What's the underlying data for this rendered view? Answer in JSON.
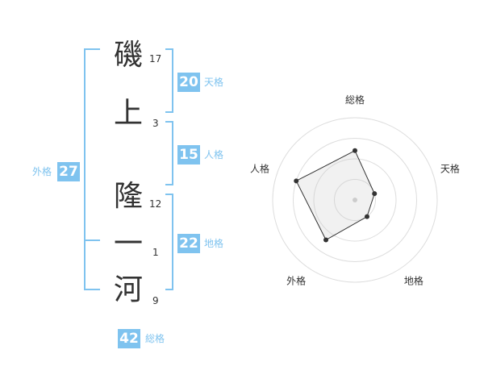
{
  "name_chars": [
    {
      "char": "磯",
      "strokes": "17"
    },
    {
      "char": "上",
      "strokes": "3"
    },
    {
      "char": "隆",
      "strokes": "12"
    },
    {
      "char": "一",
      "strokes": "1"
    },
    {
      "char": "河",
      "strokes": "9"
    }
  ],
  "scores": {
    "tenkaku": {
      "value": "20",
      "label": "天格"
    },
    "jinkaku": {
      "value": "15",
      "label": "人格"
    },
    "chikaku": {
      "value": "22",
      "label": "地格"
    },
    "gaikaku": {
      "value": "27",
      "label": "外格"
    },
    "soukaku": {
      "value": "42",
      "label": "総格"
    }
  },
  "colors": {
    "accent": "#7fc3ef",
    "text": "#333333"
  },
  "chart_data": {
    "type": "radar",
    "axes": [
      "総格",
      "天格",
      "地格",
      "外格",
      "人格"
    ],
    "values": [
      0.6,
      0.25,
      0.25,
      0.6,
      0.75
    ],
    "rmax": 1,
    "rings": 4
  }
}
